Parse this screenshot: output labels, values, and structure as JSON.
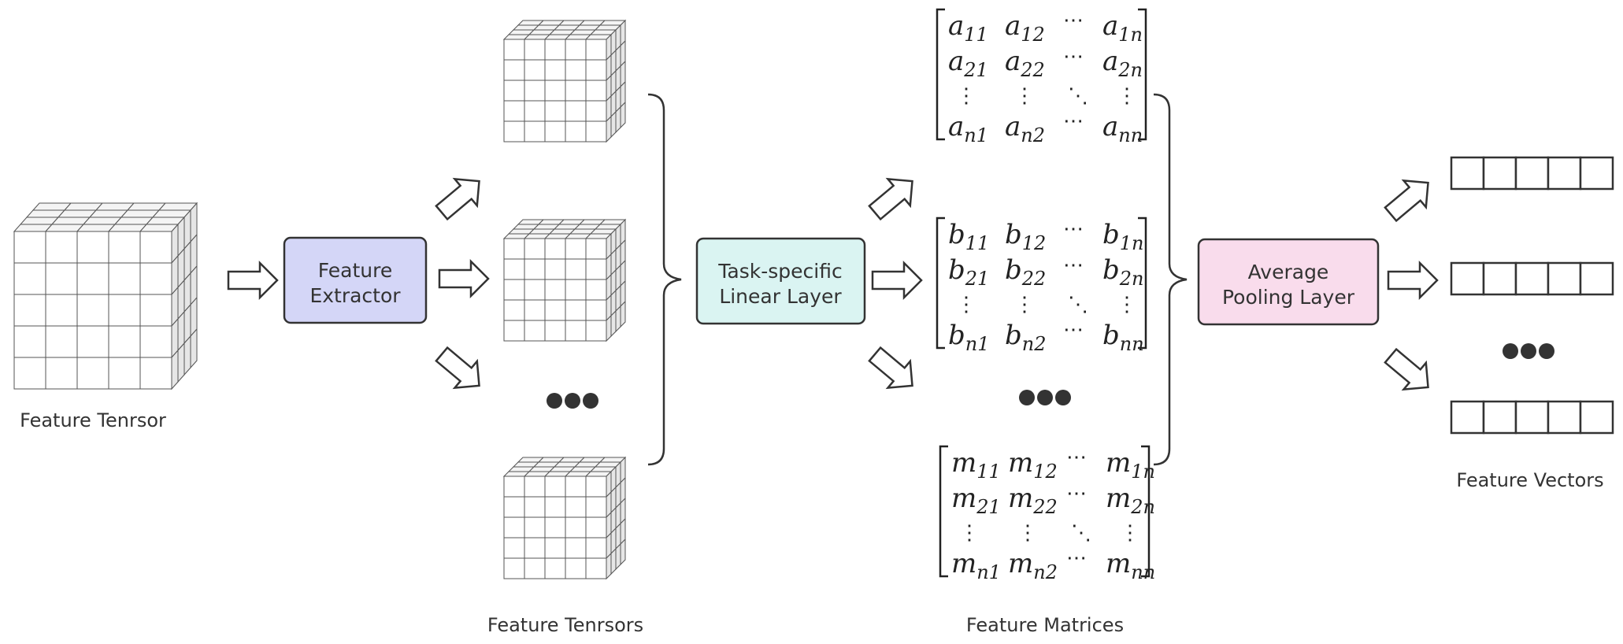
{
  "captions": {
    "input_tensor": "Feature Tenrsor",
    "tensors": "Feature Tenrsors",
    "matrices": "Feature Matrices",
    "vectors": "Feature Vectors"
  },
  "boxes": {
    "feature_extractor": {
      "lines": [
        "Feature",
        "Extractor"
      ],
      "color": "#d4d6f7"
    },
    "linear_layer": {
      "lines": [
        "Task-specific",
        "Linear Layer"
      ],
      "color": "#daf4f2"
    },
    "pooling_layer": {
      "lines": [
        "Average",
        "Pooling Layer"
      ],
      "color": "#f9dcec"
    }
  },
  "matrices": [
    {
      "letter": "a",
      "subs": [
        "11",
        "12",
        "1n",
        "21",
        "22",
        "2n",
        "n1",
        "n2",
        "nn"
      ]
    },
    {
      "letter": "b",
      "subs": [
        "11",
        "12",
        "1n",
        "21",
        "22",
        "2n",
        "n1",
        "n2",
        "nn"
      ]
    },
    {
      "letter": "m",
      "subs": [
        "11",
        "12",
        "1n",
        "21",
        "22",
        "2n",
        "n1",
        "n2",
        "nn"
      ]
    }
  ],
  "colors": {
    "stroke": "#333333",
    "cube_face": "#ffffff",
    "cube_top": "#f4f4f4",
    "cube_side": "#e6e6e6",
    "cube_edge": "#555555"
  }
}
